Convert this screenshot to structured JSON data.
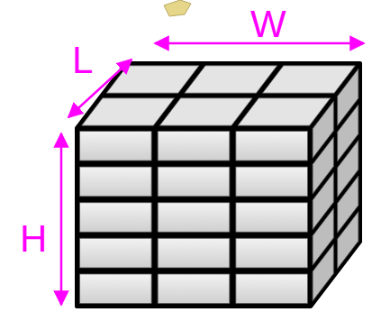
{
  "diagram": {
    "labels": [
      "L",
      "W",
      "H"
    ]
  }
}
